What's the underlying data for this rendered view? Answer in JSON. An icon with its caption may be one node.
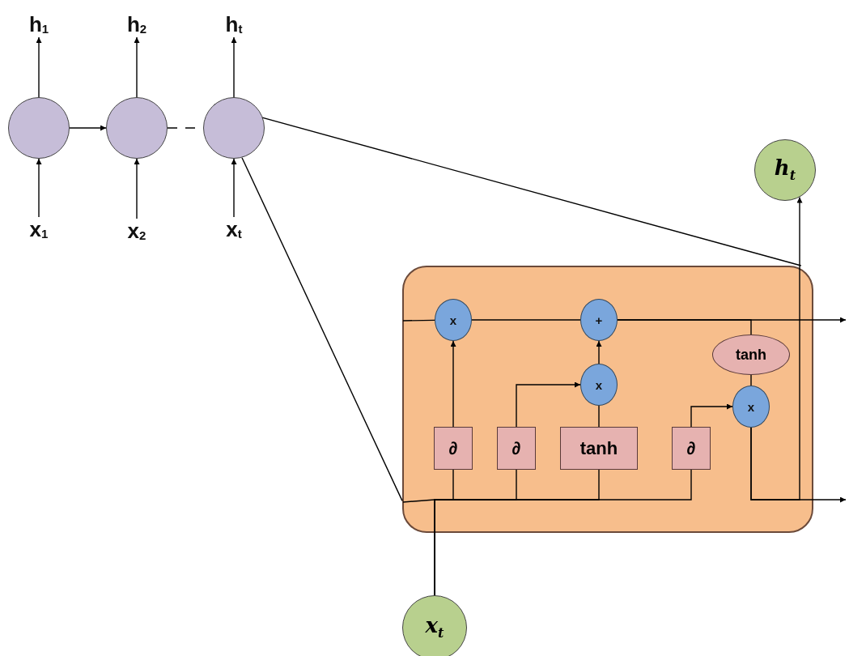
{
  "diagram": {
    "nodes": [
      {
        "text": [],
        "shape": "circle"
      },
      {
        "text": [],
        "shape": "circle"
      },
      {
        "text": [],
        "shape": "circle"
      },
      {
        "text": [
          "h$_{1}$"
        ]
      },
      {
        "text": [
          "h$_{2}$"
        ]
      },
      {
        "text": [
          "h$_{t}$"
        ]
      },
      {
        "text": [
          "x$_{1}$"
        ]
      },
      {
        "text": [
          "x$_{2}$"
        ]
      },
      {
        "text": [
          "x$_{t}$"
        ]
      },
      {
        "text": [],
        "shape": "box"
      },
      {
        "text": [
          "x"
        ],
        "in": 9
      },
      {
        "text": [
          "+"
        ],
        "in": 9
      },
      {
        "text": [
          "x"
        ],
        "in": 9
      },
      {
        "text": [
          "tanh"
        ],
        "in": 9
      },
      {
        "text": [
          "x"
        ],
        "in": 9
      },
      {
        "text": [
          "∂"
        ],
        "in": 9
      },
      {
        "text": [
          "∂"
        ],
        "in": 9
      },
      {
        "text": [
          "tanh"
        ],
        "in": 9
      },
      {
        "text": [
          "∂"
        ],
        "in": 9
      },
      {
        "text": [
          "h$_{t}$"
        ]
      },
      {
        "text": [
          "x$_{t}$"
        ]
      }
    ],
    "edges": [
      {
        "from": 6,
        "to": 0,
        "arrow": "to"
      },
      {
        "from": 0,
        "to": 3,
        "arrow": "to"
      },
      {
        "from": 7,
        "to": 1,
        "arrow": "to"
      },
      {
        "from": 1,
        "to": 4,
        "arrow": "to"
      },
      {
        "from": 8,
        "to": 2,
        "arrow": "to"
      },
      {
        "from": 2,
        "to": 5,
        "arrow": "to"
      },
      {
        "from": 0,
        "to": 1,
        "arrow": "to"
      },
      {
        "from": 1,
        "to": 2,
        "arrow": "none",
        "style": "dashed"
      },
      {
        "from": 2,
        "to": 9,
        "arrow": "none"
      },
      {
        "from": 2,
        "to": 9,
        "arrow": "none"
      },
      {
        "from": null,
        "to": 10,
        "arrow": "none"
      },
      {
        "from": 10,
        "to": 11,
        "arrow": "none"
      },
      {
        "from": 11,
        "to": null,
        "arrow": "to"
      },
      {
        "from": 11,
        "to": 13,
        "arrow": "none"
      },
      {
        "from": 13,
        "to": 14,
        "arrow": "none"
      },
      {
        "from": 15,
        "to": 10,
        "arrow": "to"
      },
      {
        "from": 16,
        "to": 12,
        "arrow": "to"
      },
      {
        "from": 17,
        "to": 12,
        "arrow": "none"
      },
      {
        "from": 12,
        "to": 11,
        "arrow": "to"
      },
      {
        "from": 18,
        "to": 14,
        "arrow": "to"
      },
      {
        "from": 14,
        "to": null,
        "arrow": "to"
      },
      {
        "from": 14,
        "to": 19,
        "arrow": "to"
      },
      {
        "from": 20,
        "to": 15,
        "arrow": "none"
      },
      {
        "from": 20,
        "to": 16,
        "arrow": "none"
      },
      {
        "from": 20,
        "to": 17,
        "arrow": "none"
      },
      {
        "from": 20,
        "to": 18,
        "arrow": "none"
      }
    ]
  }
}
